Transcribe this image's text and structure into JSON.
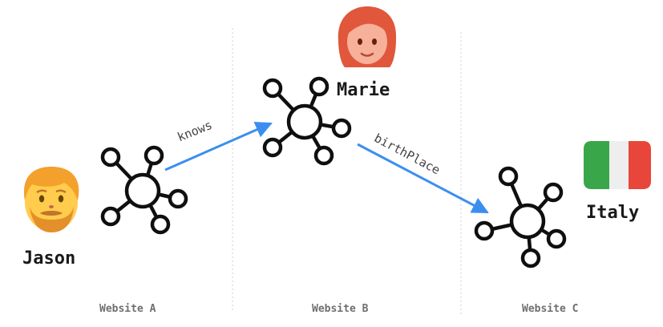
{
  "entities": {
    "jason": "Jason",
    "marie": "Marie",
    "italy": "Italy"
  },
  "websites": {
    "a": "Website A",
    "b": "Website B",
    "c": "Website C"
  },
  "relations": {
    "knows": "knows",
    "birth_place": "birthPlace"
  },
  "colors": {
    "arrow": "#3b8ef0",
    "node_stroke": "#0f0f0f",
    "divider": "#cfcfcf",
    "flag_green": "#3aa64a",
    "flag_white": "#eeeeee",
    "flag_red": "#e8463a",
    "skin": "#ffcc4d",
    "hair_jason": "#f4a02c",
    "hair_marie": "#e0573c"
  },
  "icons": {
    "jason": "man-red-hair-emoji",
    "marie": "woman-red-hair-emoji",
    "italy": "italy-flag-emoji",
    "node": "graph-node-icon"
  }
}
